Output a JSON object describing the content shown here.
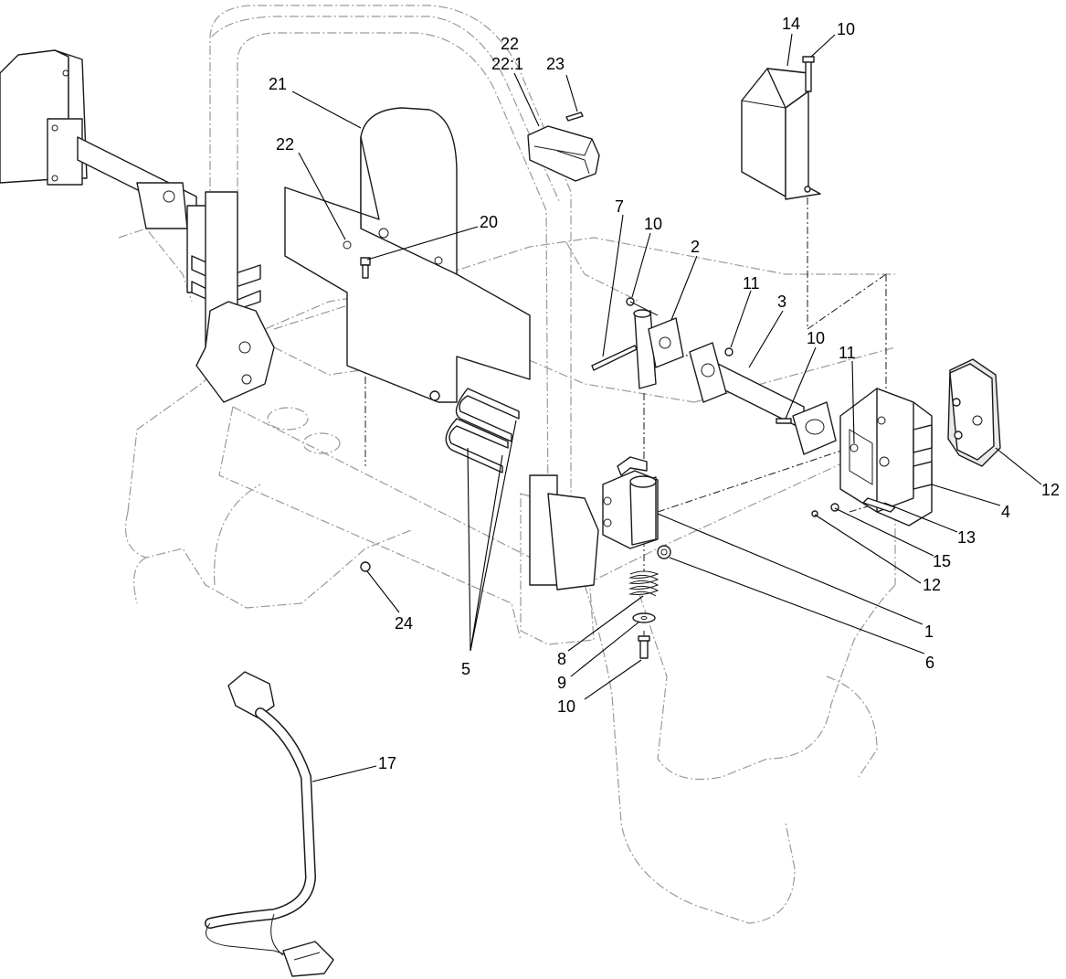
{
  "callouts": {
    "c22a": "22",
    "c22b": "22:1",
    "c23": "23",
    "c14": "14",
    "c10a": "10",
    "c21": "21",
    "c22c": "22",
    "c20": "20",
    "c7": "7",
    "c10b": "10",
    "c2": "2",
    "c11a": "11",
    "c3": "3",
    "c10c": "10",
    "c11b": "11",
    "c12a": "12",
    "c4": "4",
    "c13": "13",
    "c15": "15",
    "c12b": "12",
    "c1": "1",
    "c6": "6",
    "c8": "8",
    "c9": "9",
    "c10d": "10",
    "c5": "5",
    "c24": "24",
    "c17": "17"
  }
}
